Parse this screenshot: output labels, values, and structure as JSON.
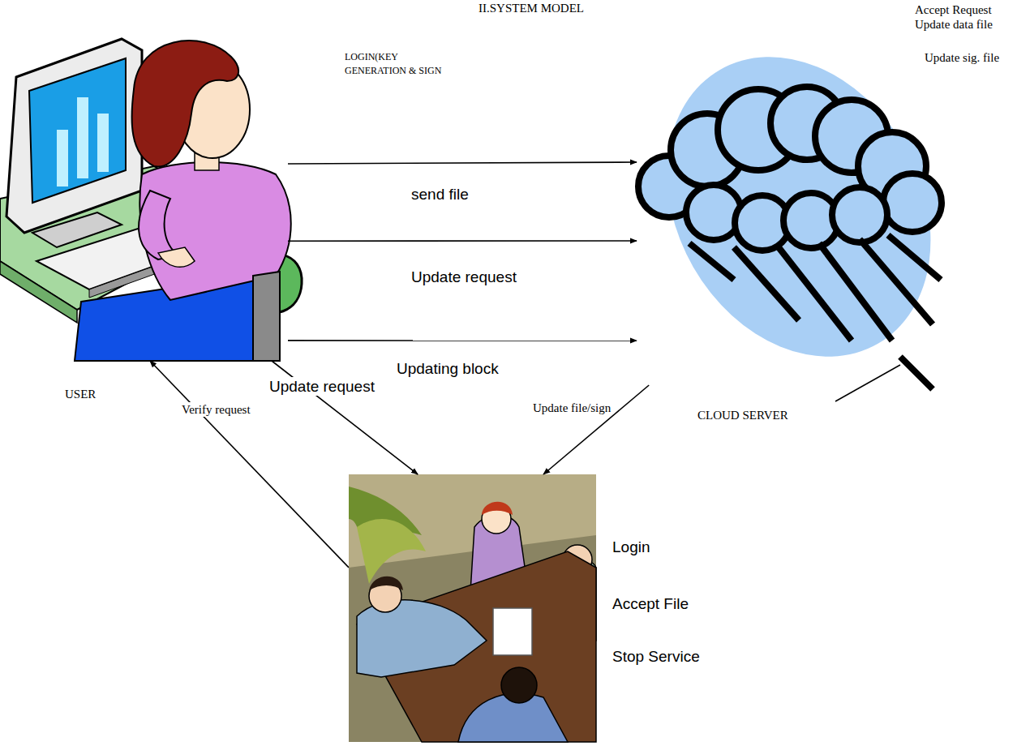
{
  "diagram": {
    "title": "II.SYSTEM MODEL",
    "nodes": [
      {
        "text": [
          "USER"
        ]
      },
      {
        "text": [
          "CLOUD SERVER",
          "Accept Request Update data file",
          "Update sig. file"
        ]
      },
      {
        "text": [
          "Login",
          "Accept File",
          "Stop Service"
        ]
      }
    ],
    "edges": [
      {
        "from": 0,
        "to": 1,
        "label": "send file",
        "arrow": "to"
      },
      {
        "from": 0,
        "to": 1,
        "label": "Update request",
        "arrow": "to"
      },
      {
        "from": 0,
        "to": 1,
        "label": "Updating block",
        "arrow": "to"
      },
      {
        "from": 0,
        "to": 2,
        "label": "Update request",
        "arrow": "to"
      },
      {
        "from": 1,
        "to": 2,
        "label": "Update file/sign",
        "arrow": "to"
      },
      {
        "from": 2,
        "to": 0,
        "label": "Verify request",
        "arrow": "to"
      }
    ],
    "labels": [
      "LOGIN(KEY GENERATION & SIGN"
    ]
  }
}
